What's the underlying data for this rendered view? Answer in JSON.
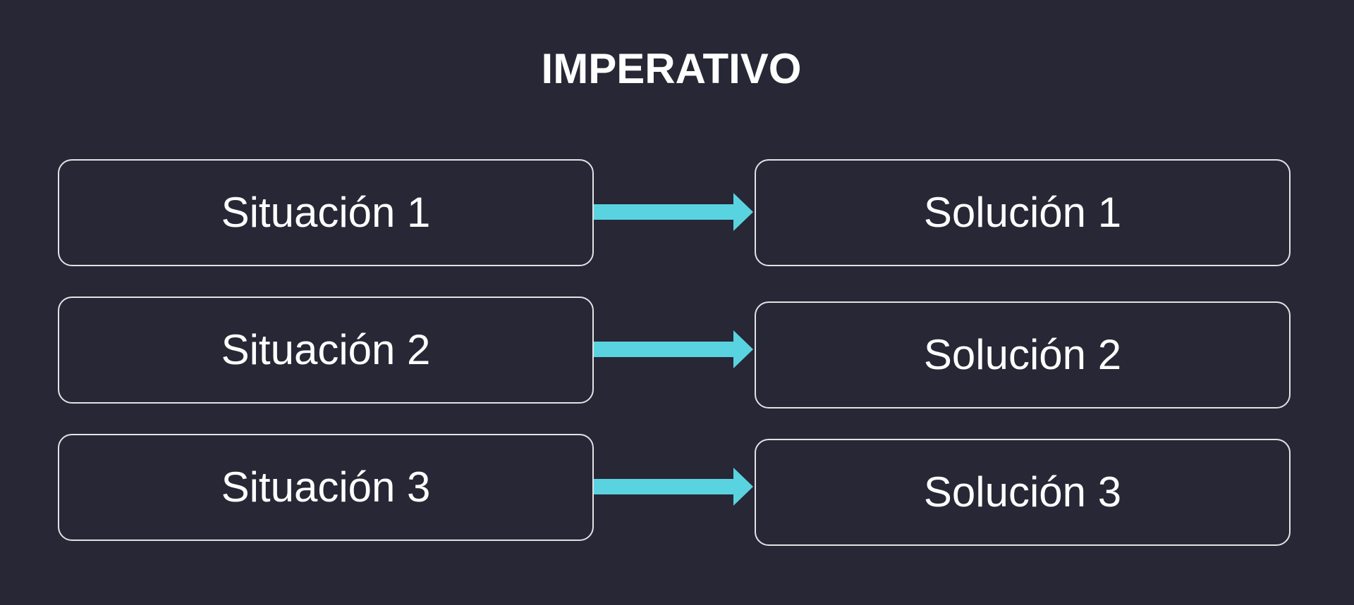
{
  "title": "IMPERATIVO",
  "colors": {
    "background": "#282735",
    "box_border": "#e2e2e6",
    "arrow": "#5ad3e0",
    "text": "#ffffff"
  },
  "rows": [
    {
      "situation": "Situación 1",
      "solution": "Solución 1"
    },
    {
      "situation": "Situación 2",
      "solution": "Solución 2"
    },
    {
      "situation": "Situación 3",
      "solution": "Solución 3"
    }
  ]
}
